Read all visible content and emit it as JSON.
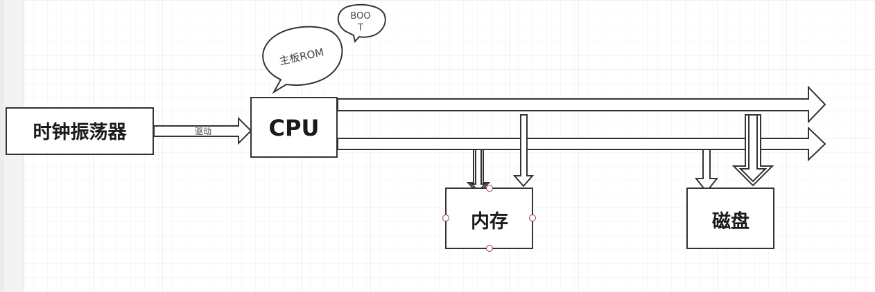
{
  "diagram": {
    "oscillator_label": "时钟振荡器",
    "drive_label": "驱动",
    "cpu_label": "CPU",
    "memory_label": "内存",
    "disk_label": "磁盘",
    "rom_bubble_text": "主板ROM",
    "boot_bubble_line1": "BOO",
    "boot_bubble_line2": "T"
  },
  "colors": {
    "grid_minor": "#efefef",
    "grid_major": "#e2e2e2",
    "stroke": "#333333",
    "selection_handle": "#a33a3a"
  }
}
